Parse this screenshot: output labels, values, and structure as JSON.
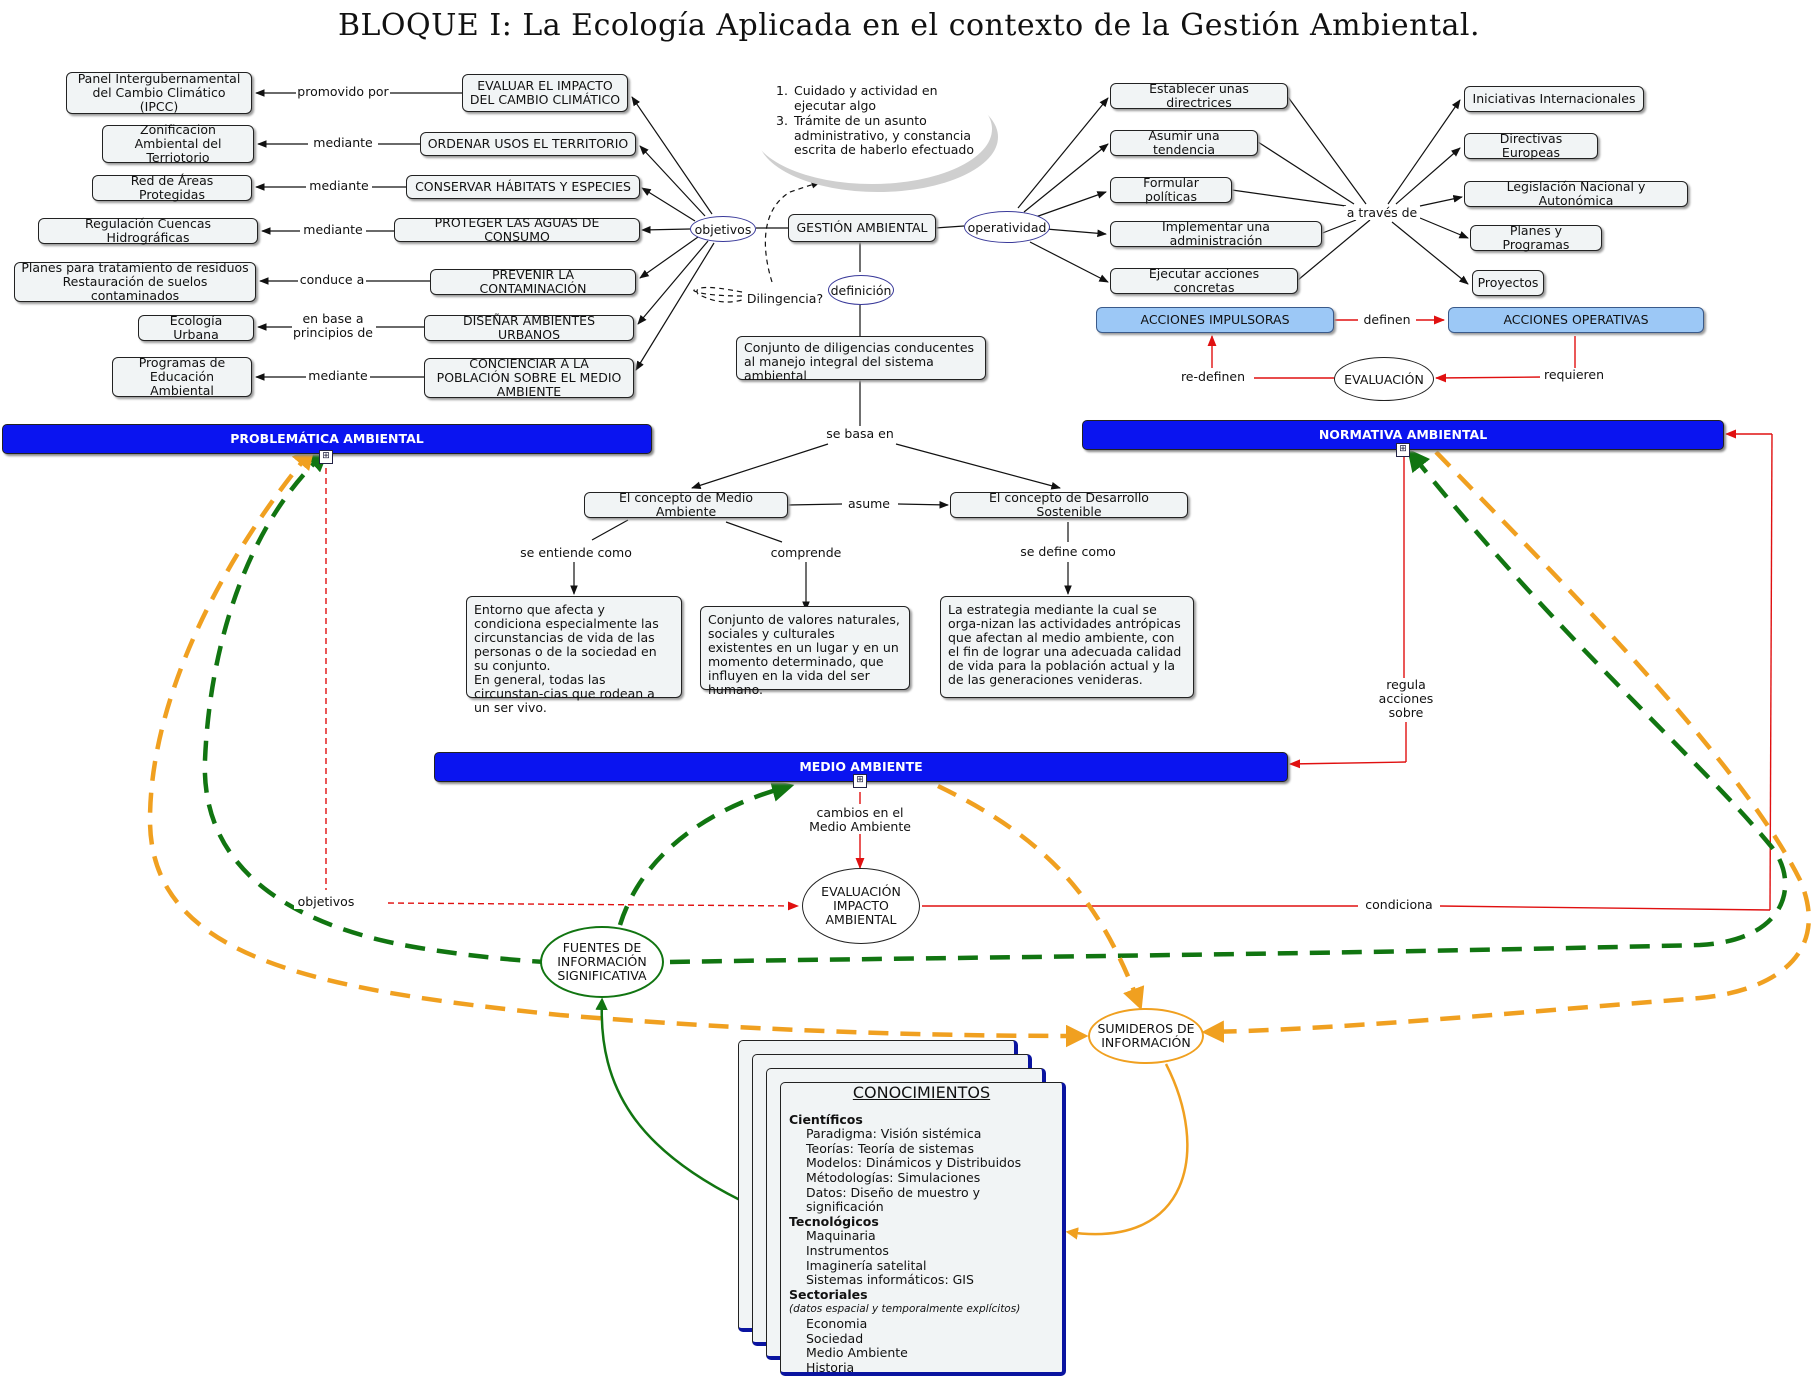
{
  "title": "BLOQUE I: La Ecología Aplicada en el contexto de la Gestión Ambiental.",
  "center": {
    "gestion": "GESTIÓN AMBIENTAL",
    "objetivos": "objetivos",
    "operatividad": "operatividad",
    "definicion": "definición",
    "diligencia": "Dilingencia?",
    "conjunto": "Conjunto de diligencias conducentes al manejo integral del sistema ambiental",
    "se_basa_en": "se basa en",
    "cloud_items": [
      "Cuidado y actividad en ejecutar algo",
      "Trámite de un asunto administrativo, y constancia escrita de haberlo efectuado"
    ],
    "cloud_numbers": [
      "1.",
      "3."
    ]
  },
  "objetivos_rows": [
    {
      "objective": "EVALUAR EL IMPACTO DEL CAMBIO CLIMÁTICO",
      "link": "promovido por",
      "target": "Panel Intergubernamental del Cambio Climático (IPCC)"
    },
    {
      "objective": "ORDENAR USOS EL TERRITORIO",
      "link": "mediante",
      "target": "Zonificacion Ambiental del Terriotorio"
    },
    {
      "objective": "CONSERVAR HÁBITATS Y ESPECIES",
      "link": "mediante",
      "target": "Red de Áreas Protegidas"
    },
    {
      "objective": "PROTEGER LAS AGUAS DE CONSUMO",
      "link": "mediante",
      "target": "Regulación Cuencas Hidrográficas"
    },
    {
      "objective": "PREVENIR LA CONTAMINACIÓN",
      "link": "conduce a",
      "target": "Planes para tratamiento de residuos Restauración de suelos contaminados"
    },
    {
      "objective": "DISEÑAR AMBIENTES URBANOS",
      "link": "en base a principios de",
      "target": "Ecología Urbana"
    },
    {
      "objective": "CONCIENCIAR A LA POBLACIÓN SOBRE EL MEDIO AMBIENTE",
      "link": "mediante",
      "target": "Programas de Educación Ambiental"
    }
  ],
  "operatividad": {
    "actions": [
      "Establecer unas directrices",
      "Asumir una tendencia",
      "Formular políticas",
      "Implementar una administración",
      "Ejecutar acciones concretas"
    ],
    "a_traves_de": "a través de",
    "instruments": [
      "Iniciativas Internacionales",
      "Directivas Europeas",
      "Legislación Nacional y Autonómica",
      "Planes y Programas",
      "Proyectos"
    ],
    "impulsoras": "ACCIONES IMPULSORAS",
    "definen": "definen",
    "operativas": "ACCIONES OPERATIVAS",
    "requieren": "requieren",
    "evaluacion": "EVALUACIÓN",
    "redefinen": "re-definen"
  },
  "concepts": {
    "medio_ambiente": "El concepto de Medio Ambiente",
    "asume": "asume",
    "desarrollo": "El concepto de Desarrollo Sostenible",
    "se_entiende_como": "se entiende como",
    "comprende": "comprende",
    "se_define_como": "se define como",
    "def_entorno": "Entorno que afecta y condiciona especialmente las circunstancias de vida de las personas o de la sociedad en su conjunto.\nEn general, todas las circunstan-cias que rodean a un ser vivo.",
    "def_valores": "Conjunto de valores naturales, sociales y culturales existentes en un lugar y en un momento determinado, que influyen en la vida del ser humano.",
    "def_estrategia": "La estrategia mediante la cual se orga-nizan las actividades antrópicas que afectan al medio ambiente, con el fin de lograr una adecuada calidad de vida para la población actual y la de las generaciones venideras."
  },
  "bars": {
    "problematica": "PROBLEMÁTICA AMBIENTAL",
    "normativa": "NORMATIVA AMBIENTAL",
    "medio": "MEDIO AMBIENTE",
    "bar_color": "#0a14f0"
  },
  "lower": {
    "regula": "regula acciones sobre",
    "cambios": "cambios en el Medio Ambiente",
    "eia": "EVALUACIÓN IMPACTO AMBIENTAL",
    "objetivos": "objetivos",
    "condiciona": "condiciona",
    "fuentes": "FUENTES DE INFORMACIÓN SIGNIFICATIVA",
    "sumideros": "SUMIDEROS DE INFORMACIÓN"
  },
  "conocimientos": {
    "title": "CONOCIMIENTOS",
    "sections": [
      {
        "name": "Científicos",
        "note": "",
        "items": [
          "Paradigma: Visión sistémica",
          "Teorías: Teoría de sistemas",
          "Modelos: Dinámicos y Distribuidos",
          "Métodologías: Simulaciones",
          "Datos: Diseño de muestro y significación"
        ]
      },
      {
        "name": "Tecnológicos",
        "note": "",
        "items": [
          "Maquinaria",
          "Instrumentos",
          "Imaginería satelital",
          "Sistemas informáticos: GIS"
        ]
      },
      {
        "name": "Sectoriales",
        "note": "(datos espacial y temporalmente explícitos)",
        "items": [
          "Economia",
          "Sociedad",
          "Medio Ambiente",
          "Historia"
        ]
      }
    ]
  },
  "colors": {
    "green": "#117511",
    "orange": "#f0a020",
    "red": "#e01010",
    "dark": "#222222",
    "lightblue": "#9cc8f6"
  }
}
